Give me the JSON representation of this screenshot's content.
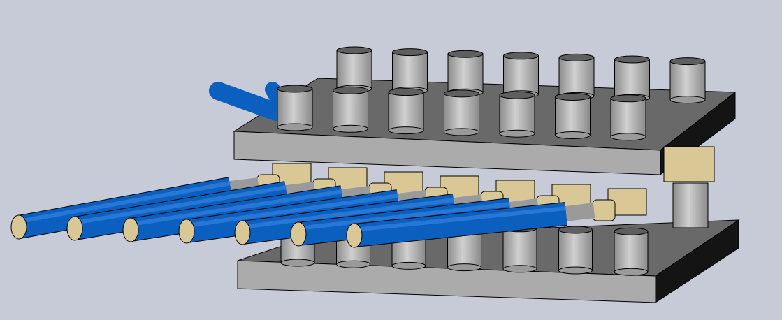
{
  "scene": {
    "colors": {
      "background": "#c6cbd7",
      "plate_top": "#696969",
      "plate_front": "#ababab",
      "plate_side": "#141414",
      "cylinder_light": "#c4c4c4",
      "cylinder_dark": "#8a8a8a",
      "cylinder_top": "#5f5f5f",
      "tube": "#0b5fbf",
      "tube_dark": "#07407f",
      "fitting": "#d9c896",
      "fitting_dark": "#a8966a",
      "braid": "#9a9a9a"
    },
    "tube_count": 7,
    "cylinder_rows": 2,
    "cylinders_per_row": 7
  }
}
